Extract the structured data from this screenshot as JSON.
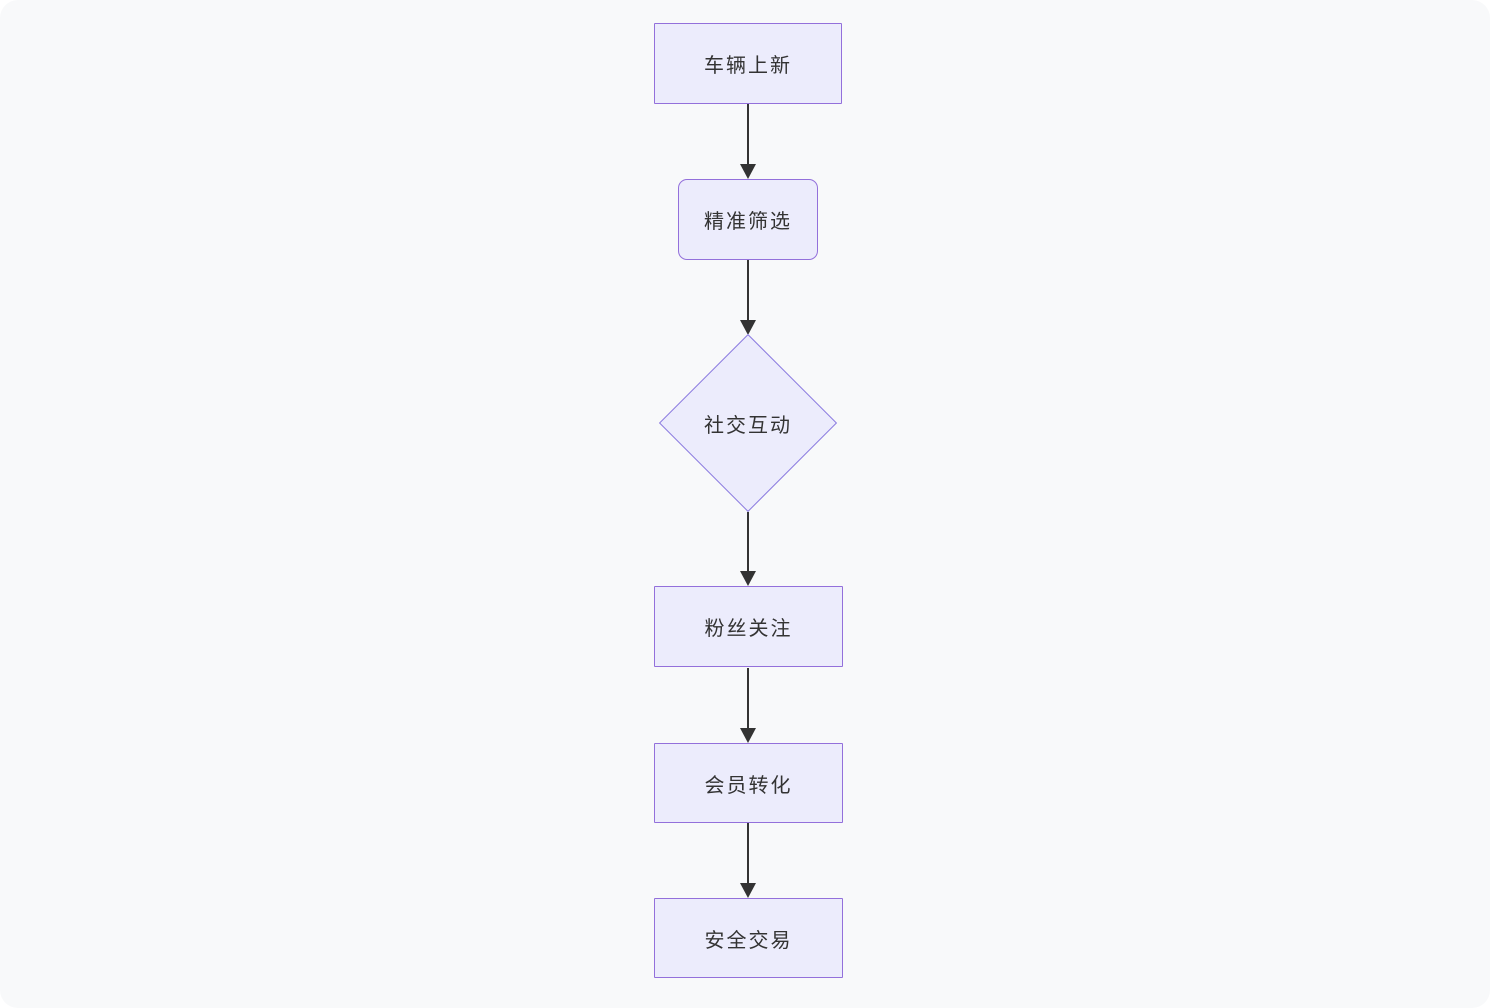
{
  "diagram": {
    "type": "flowchart",
    "direction": "top-down",
    "nodes": [
      {
        "id": "n1",
        "label": "车辆上新",
        "shape": "rectangle"
      },
      {
        "id": "n2",
        "label": "精准筛选",
        "shape": "rounded-rectangle"
      },
      {
        "id": "n3",
        "label": "社交互动",
        "shape": "diamond"
      },
      {
        "id": "n4",
        "label": "粉丝关注",
        "shape": "rectangle"
      },
      {
        "id": "n5",
        "label": "会员转化",
        "shape": "rectangle"
      },
      {
        "id": "n6",
        "label": "安全交易",
        "shape": "rectangle"
      }
    ],
    "edges": [
      {
        "from": "n1",
        "to": "n2"
      },
      {
        "from": "n2",
        "to": "n3"
      },
      {
        "from": "n3",
        "to": "n4"
      },
      {
        "from": "n4",
        "to": "n5"
      },
      {
        "from": "n5",
        "to": "n6"
      }
    ],
    "colors": {
      "node_fill": "#ececfc",
      "node_border": "#9370db",
      "arrow": "#333333",
      "text": "#333333",
      "background": "#f8f9fa"
    }
  }
}
